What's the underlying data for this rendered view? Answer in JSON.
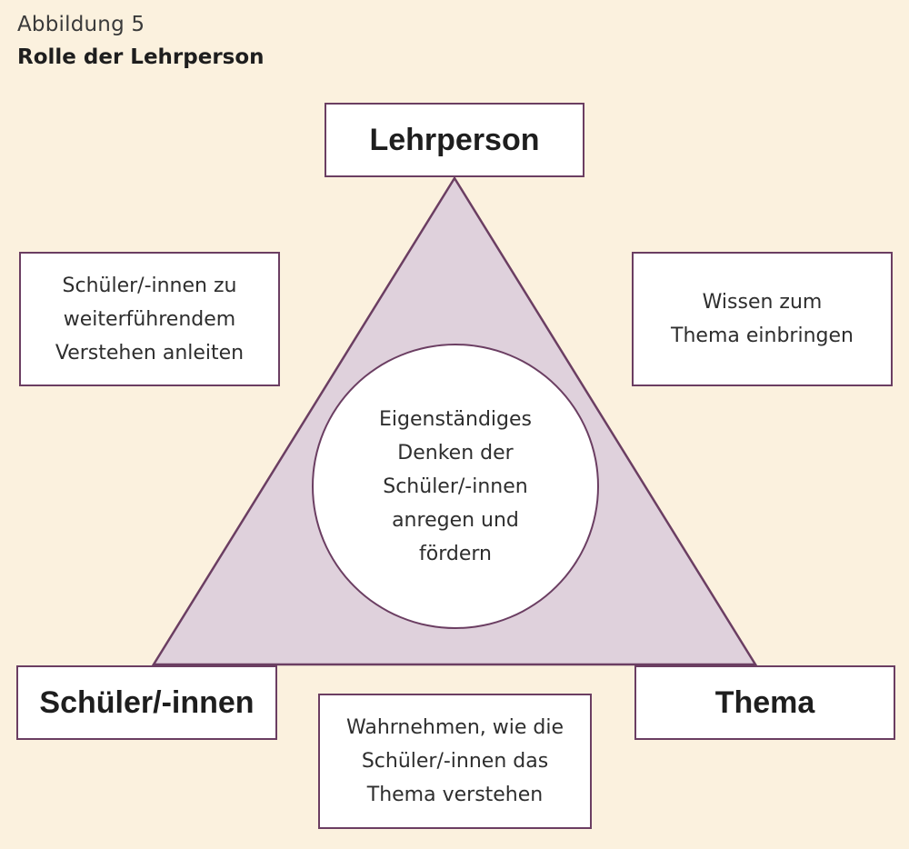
{
  "figure": {
    "label": "Abbildung 5",
    "title": "Rolle der Lehrperson"
  },
  "vertices": {
    "top": "Lehrperson",
    "bottom_left": "Schüler/-innen",
    "bottom_right": "Thema"
  },
  "roles": {
    "left": "Schüler/-innen zu\nweiterführendem\nVerstehen anleiten",
    "right": "Wissen zum\nThema einbringen",
    "bottom": "Wahrnehmen, wie die\nSchüler/-innen das\nThema verstehen"
  },
  "center": "Eigenständiges\nDenken der\nSchüler/-innen\nanregen und\nfördern",
  "colors": {
    "background": "#fbf1de",
    "triangle_fill": "#dfd1dc",
    "border": "#6b3e62"
  }
}
